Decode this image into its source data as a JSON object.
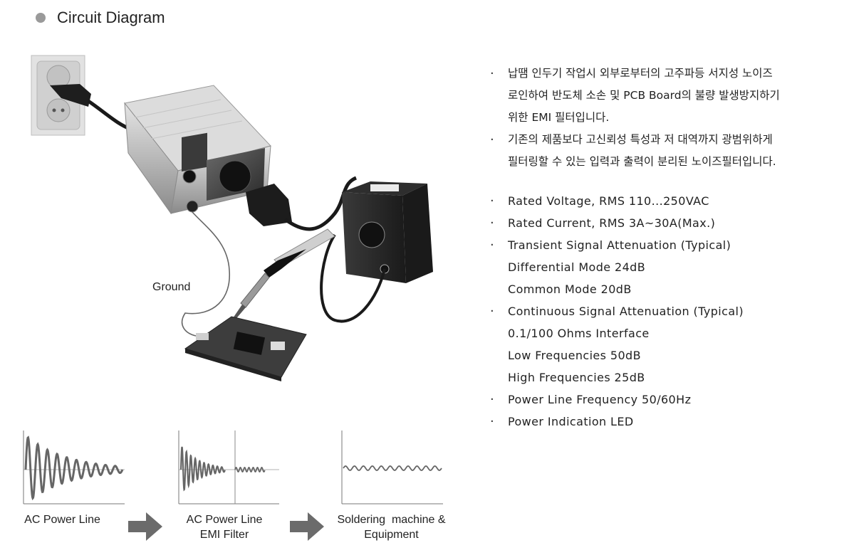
{
  "header": {
    "title": "Circuit Diagram"
  },
  "illustration": {
    "ground_label": "Ground"
  },
  "description": {
    "korean": [
      [
        "납땜 인두기 작업시 외부로부터의 고주파등 서지성 노이즈",
        "로인하여 반도체 소손 및 PCB Board의 불량 발생방지하기",
        "위한 EMI 필터입니다."
      ],
      [
        "기존의 제품보다 고신뢰성 특성과 저 대역까지 광범위하게",
        "필터링할 수 있는 입력과 출력이 분리된 노이즈필터입니다."
      ]
    ],
    "specs": [
      {
        "text": "Rated Voltage, RMS 110...250VAC",
        "bullet": true
      },
      {
        "text": "Rated Current, RMS 3A~30A(Max.)",
        "bullet": true
      },
      {
        "text": "Transient Signal Attenuation (Typical)",
        "bullet": true
      },
      {
        "text": "Differential Mode 24dB",
        "bullet": false
      },
      {
        "text": "Common Mode 20dB",
        "bullet": false
      },
      {
        "text": "Continuous Signal Attenuation (Typical)",
        "bullet": true
      },
      {
        "text": "0.1/100 Ohms Interface",
        "bullet": false
      },
      {
        "text": "Low Frequencies 50dB",
        "bullet": false
      },
      {
        "text": "High Frequencies 25dB",
        "bullet": false
      },
      {
        "text": "Power Line Frequency 50/60Hz",
        "bullet": true
      },
      {
        "text": "Power Indication LED",
        "bullet": true
      }
    ]
  },
  "waveforms": {
    "ac_power_line": "AC Power Line",
    "emi_filter_line1": "AC Power Line",
    "emi_filter_line2": "EMI Filter",
    "equipment_line1": "Soldering  machine &",
    "equipment_line2": "Equipment"
  },
  "colors": {
    "bullet_dot": "#9a9a9a",
    "arrow": "#6b6b6b",
    "wave": "#666666"
  }
}
